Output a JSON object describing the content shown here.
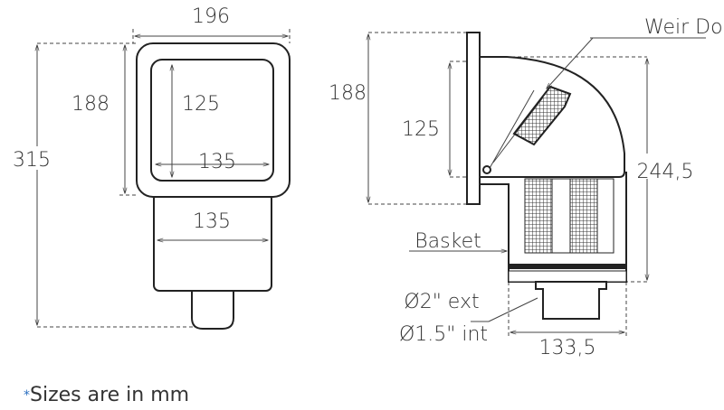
{
  "front_view": {
    "width_outer": "196",
    "height_frame": "188",
    "height_total": "315",
    "opening_height": "125",
    "opening_width": "135",
    "body_width": "135"
  },
  "side_view": {
    "height_frame": "188",
    "opening_height": "125",
    "depth_height": "244,5",
    "bottom_width": "133,5",
    "weir_door_label": "Weir Door",
    "basket_label": "Basket",
    "pipe_ext_label": "Ø2\" ext",
    "pipe_int_label": "Ø1.5\" int"
  },
  "footnote": {
    "marker": "*",
    "text": "Sizes are in mm"
  },
  "colors": {
    "accent": "#2a6fc0",
    "line": "#222222"
  }
}
